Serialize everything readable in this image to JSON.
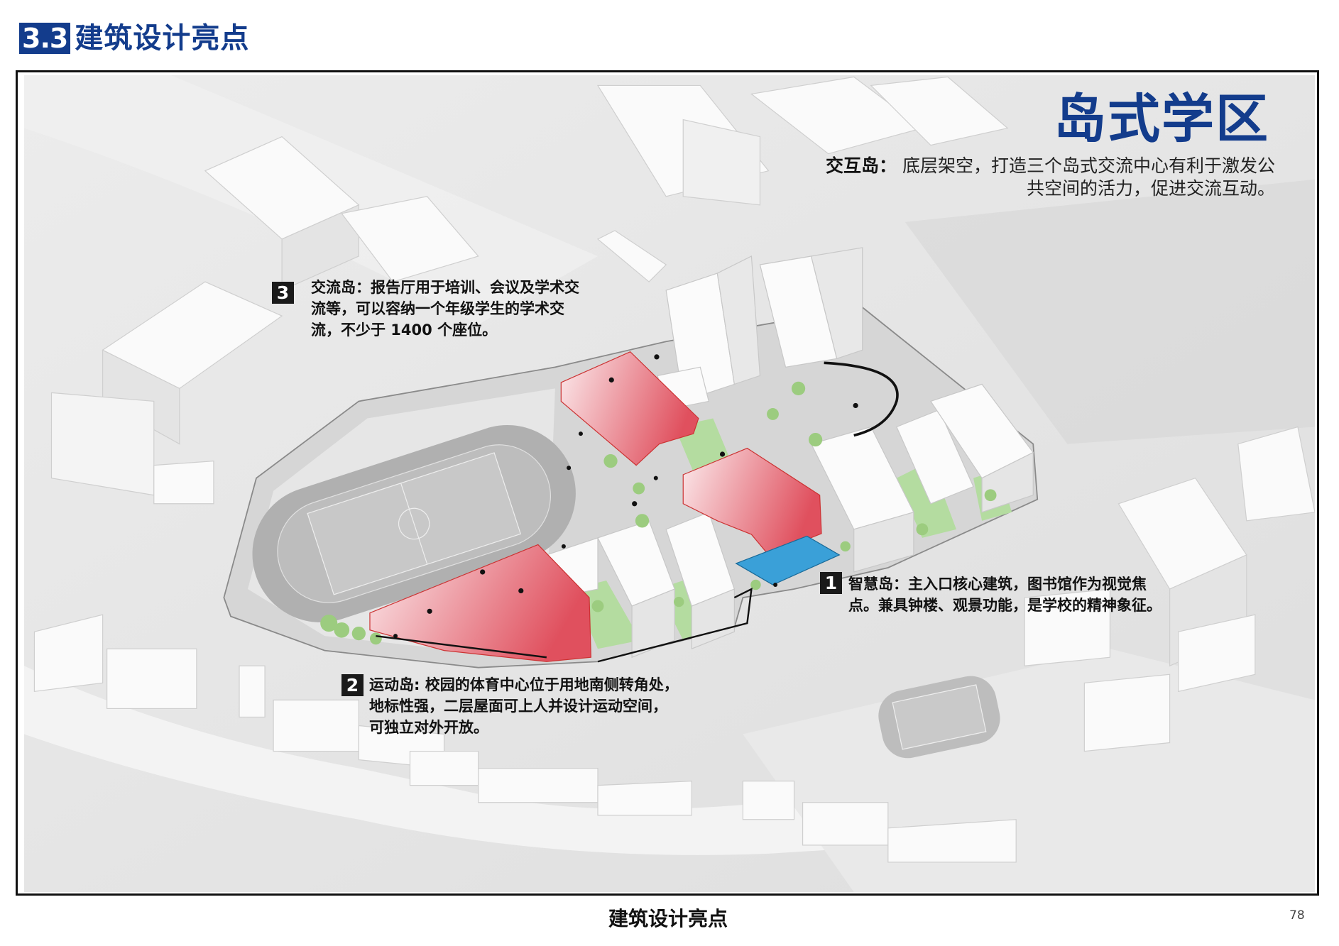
{
  "header": {
    "section_number": "3.3",
    "section_title": "建筑设计亮点"
  },
  "main": {
    "headline": "岛式学区",
    "intro": {
      "label": "交互岛：",
      "line1": "底层架空，打造三个岛式交流中心有利于激发公",
      "line2": "共空间的活力，促进交流互动。"
    },
    "callouts": [
      {
        "number": "1",
        "lines": [
          "智慧岛：主入口核心建筑，图书馆作为视觉焦",
          "点。兼具钟楼、观景功能，是学校的精神象征。"
        ]
      },
      {
        "number": "2",
        "lines": [
          "运动岛: 校园的体育中心位于用地南侧转角处，",
          "地标性强，二层屋面可上人并设计运动空间，",
          "可独立对外开放。"
        ]
      },
      {
        "number": "3",
        "lines": [
          "交流岛：报告厅用于培训、会议及学术交",
          "流等，可以容纳一个年级学生的学术交",
          "流，不少于 1400 个座位。"
        ]
      }
    ],
    "colors": {
      "brand": "#133c8c",
      "red_island": "#e0505e",
      "blue_library": "#3aa0d8",
      "green": "#9fd08a"
    }
  },
  "footer": {
    "title": "建筑设计亮点",
    "page": "78"
  }
}
